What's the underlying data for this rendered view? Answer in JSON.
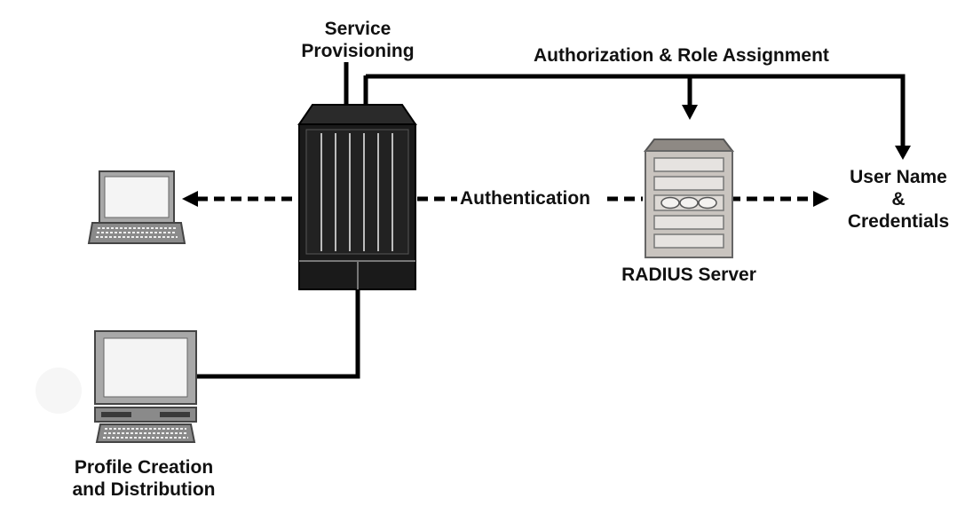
{
  "labels": {
    "service_provisioning": [
      "Service",
      "Provisioning"
    ],
    "authorization": "Authorization & Role Assignment",
    "authentication": "Authentication",
    "radius_server": "RADIUS Server",
    "user_credentials": [
      "User Name",
      "&",
      "Credentials"
    ],
    "profile_creation": [
      "Profile Creation",
      "and Distribution"
    ]
  },
  "colors": {
    "line": "#000000",
    "switch_body": "#1a1a1a",
    "server_body": "#c9c4bf",
    "device_frame": "#a8a8a8",
    "screen": "#f4f4f4"
  },
  "icons": [
    "network-switch-icon",
    "radius-server-icon",
    "laptop-icon",
    "desktop-workstation-icon"
  ]
}
